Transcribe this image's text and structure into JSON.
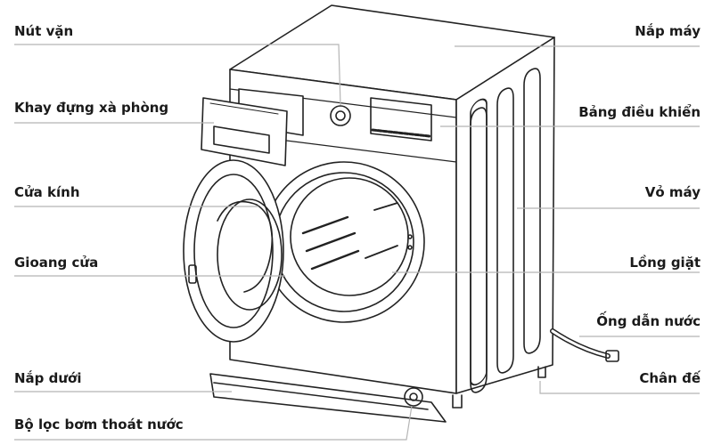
{
  "diagram": {
    "labels": {
      "nut_van": "Nút vặn",
      "khay_dung_xa_phong": "Khay đựng xà phòng",
      "cua_kinh": "Cửa kính",
      "gioang_cua": "Gioang cửa",
      "nap_duoi": "Nắp dưới",
      "bo_loc_bom": "Bộ lọc bơm thoát nước",
      "nap_may": "Nắp máy",
      "bang_dieu_khien": "Bảng điều khiển",
      "vo_may": "Vỏ máy",
      "long_giat": "Lồng giặt",
      "ong_dan_nuoc": "Ống dẫn nước",
      "chan_de": "Chân đế"
    },
    "colors": {
      "line": "#222222",
      "leader": "#b5b5b5",
      "text": "#1a1a1a"
    }
  }
}
